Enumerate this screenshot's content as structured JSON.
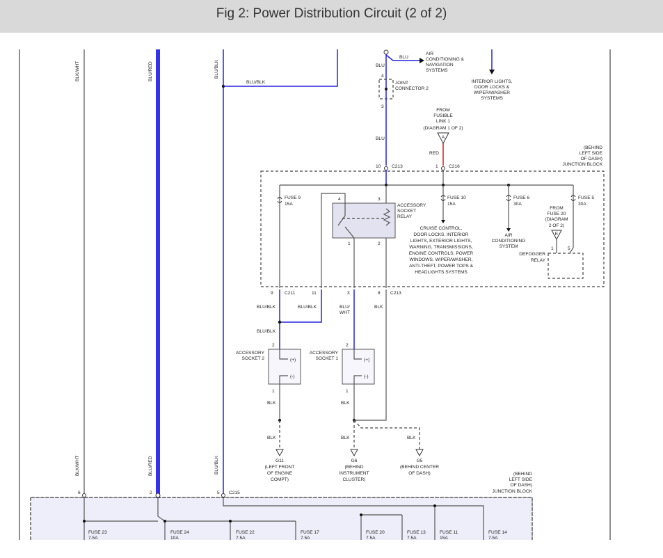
{
  "header": {
    "title": "Fig 2: Power Distribution Circuit (2 of 2)"
  },
  "colors": {
    "blue_wire": "#2222dd",
    "heavy_blue": "#3333ee",
    "red_wire": "#ee2222",
    "box_fill": "#eeeefa",
    "header_bg": "#d9d9d9"
  },
  "wires": {
    "blk_wht": "BLK/WHT",
    "blu_red": "BLU/RED",
    "blu_blk": "BLU/BLK",
    "blu": "BLU",
    "red": "RED",
    "blk": "BLK",
    "blu_wht_1": "BLU/",
    "blu_wht_2": "WHT"
  },
  "top": {
    "ac_nav": [
      "AIR",
      "CONDITIONING &",
      "NAVIGATION",
      "SYSTEMS"
    ],
    "interior": [
      "INTERIOR LIGHTS,",
      "DOOR LOCKS &",
      "WIPER/WASHER",
      "SYSTEMS"
    ],
    "joint_connector": [
      "JOINT",
      "CONNECTOR 2"
    ],
    "from_fusible": [
      "FROM",
      "FUSIBLE",
      "LINK 1",
      "(DIAGRAM 1 OF 2)"
    ],
    "ref_a": "A",
    "pin4": "4",
    "pin3": "3"
  },
  "jb_upper": {
    "location": [
      "(BEHIND",
      "LEFT SIDE",
      "OF DASH)",
      "JUNCTION BLOCK"
    ],
    "pin10": "10",
    "c213": "C213",
    "pin1": "1",
    "c216": "C216",
    "fuse9": [
      "FUSE 9",
      "15A"
    ],
    "fuse10": [
      "FUSE 10",
      "15A"
    ],
    "fuse6": [
      "FUSE 6",
      "30A"
    ],
    "fuse5": [
      "FUSE 5",
      "30A"
    ],
    "relay": [
      "ACCESSORY",
      "SOCKET",
      "RELAY"
    ],
    "relay_pins": {
      "p4": "4",
      "p3": "3",
      "p1": "1",
      "p2": "2"
    },
    "cruise": [
      "CRUISE CONTROL,",
      "DOOR LOCKS, INTERIOR",
      "LIGHTS, EXTERIOR LIGHTS,",
      "WARNING, TRANSMISSIONS,",
      "ENGINE CONTROLS, POWER",
      "WINDOWS, WIPER/WASHER,",
      "ANTI-THEFT, POWER TOPS &",
      "HEADLIGHTS SYSTEMS"
    ],
    "ac_system": [
      "AIR",
      "CONDITIONING",
      "SYSTEM"
    ],
    "from_fuse20": [
      "FROM",
      "FUSE 20",
      "(DIAGRAM",
      "2 OF 2)"
    ],
    "ref_e": "E",
    "defogger": [
      "DEFOGGER",
      "RELAY"
    ],
    "defog_pins": {
      "p1": "1",
      "p5": "5"
    },
    "bottom_pins": {
      "p9": "9",
      "c211": "C211",
      "p11": "11",
      "p3": "3",
      "p8": "8",
      "c213": "C213"
    }
  },
  "sockets": {
    "socket2": [
      "ACCESSORY",
      "SOCKET 2"
    ],
    "socket1": [
      "ACCESSORY",
      "SOCKET 1"
    ],
    "plus": "(+)",
    "minus": "(-)",
    "pin2": "2",
    "pin1": "1"
  },
  "grounds": {
    "g11": [
      "G11",
      "(LEFT FRONT",
      "OF ENGINE",
      "COMPT)"
    ],
    "g6": [
      "G6",
      "(BEHIND",
      "INSTRUMENT",
      "CLUSTER)"
    ],
    "g5": [
      "G5",
      "(BEHIND CENTER",
      "OF DASH)"
    ]
  },
  "jb_lower": {
    "location": [
      "(BEHIND",
      "LEFT SIDE",
      "OF DASH)",
      "JUNCTION BLOCK"
    ],
    "pins": {
      "p6": "6",
      "p2": "2",
      "p5": "5",
      "c215": "C215"
    },
    "fuses": [
      [
        "FUSE 23",
        "7.5A"
      ],
      [
        "FUSE 24",
        "10A"
      ],
      [
        "FUSE 22",
        "7.5A"
      ],
      [
        "FUSE 17",
        "7.5A"
      ],
      [
        "FUSE 20",
        "7.5A"
      ],
      [
        "FUSE 13",
        "7.5A"
      ],
      [
        "FUSE 11",
        "15A"
      ],
      [
        "FUSE 14",
        "7.5A"
      ]
    ]
  }
}
